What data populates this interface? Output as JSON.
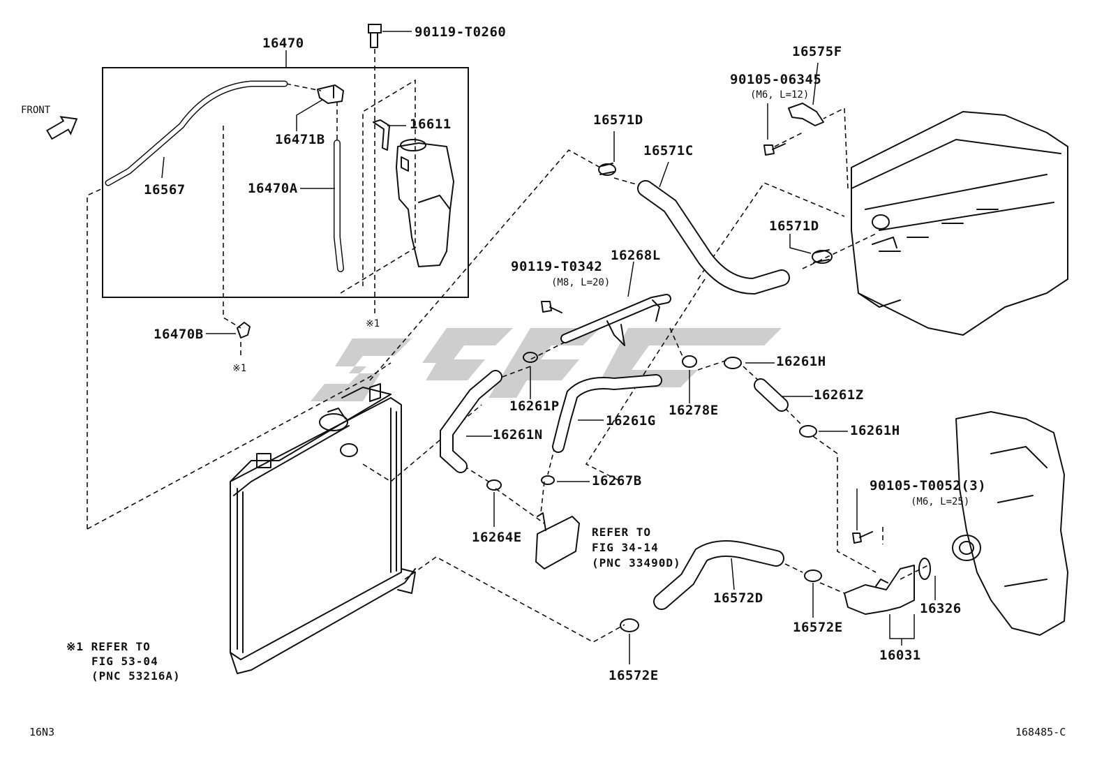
{
  "diagram": {
    "labels": {
      "p16470": "16470",
      "p90119_T0260": "90119-T0260",
      "p16575F": "16575F",
      "p90105_06345": "90105-06345",
      "p90105_06345_spec": "(M6, L=12)",
      "front": "FRONT",
      "p16611": "16611",
      "p16471B": "16471B",
      "p16571D_a": "16571D",
      "p16571C": "16571C",
      "p16567": "16567",
      "p16470A": "16470A",
      "p16571D_b": "16571D",
      "p16268L": "16268L",
      "p90119_T0342": "90119-T0342",
      "p90119_T0342_spec": "(M8, L=20)",
      "ref1_mark_top": "※1",
      "p16470B": "16470B",
      "ref1_mark_left": "※1",
      "p16261H_a": "16261H",
      "p16261Z": "16261Z",
      "p16261P": "16261P",
      "p16278E": "16278E",
      "p16261G": "16261G",
      "p16261N": "16261N",
      "p16261H_b": "16261H",
      "p16267B": "16267B",
      "p90105_T0052": "90105-T0052(3)",
      "p90105_T0052_spec": "(M6, L=25)",
      "p16264E": "16264E",
      "refer_line1": "REFER TO",
      "refer_line2": "FIG 34-14",
      "refer_line3": "(PNC 33490D)",
      "p16572D": "16572D",
      "p16572E_a": "16572E",
      "p16326": "16326",
      "p16031": "16031",
      "p16572E_b": "16572E"
    },
    "footnote": {
      "line1": "※1 REFER TO",
      "line2": "FIG 53-04",
      "line3": "(PNC 53216A)"
    },
    "code_left": "16N3",
    "code_right": "168485-C"
  }
}
